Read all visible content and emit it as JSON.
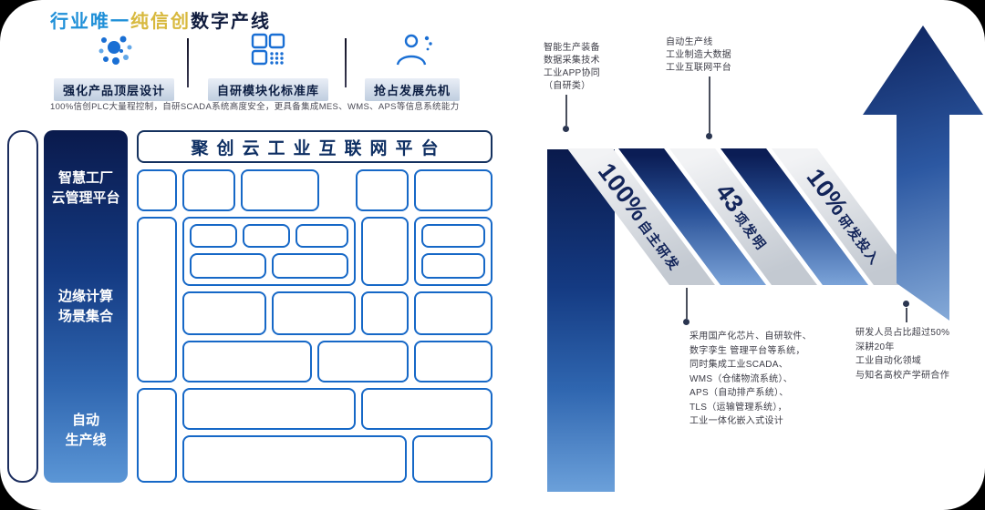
{
  "title": {
    "part1": "行业唯一",
    "part2": "纯信创",
    "part3": "数字产线"
  },
  "features": {
    "items": [
      {
        "icon": "data-dots-icon",
        "label": "强化产品顶层设计"
      },
      {
        "icon": "module-grid-icon",
        "label": "自研模块化标准库"
      },
      {
        "icon": "talent-icon",
        "label": "抢占发展先机"
      }
    ],
    "note": "100%信创PLC大量程控制，自研SCADA系统高度安全，更具备集成MES、WMS、APS等信息系统能力"
  },
  "platform": {
    "banner": "聚创云工业互联网平台",
    "sidebar": [
      {
        "line1": "智慧工厂",
        "line2": "云管理平台"
      },
      {
        "line1": "边缘计算",
        "line2": "场景集合"
      },
      {
        "line1": "自动",
        "line2": "生产线"
      }
    ]
  },
  "stats": {
    "items": [
      {
        "value": "100%",
        "label": "自主研发"
      },
      {
        "value": "43",
        "label": "项发明"
      },
      {
        "value": "10%",
        "label": "研发投入"
      }
    ],
    "callout_top_left": {
      "lines": [
        "智能生产装备",
        "数据采集技术",
        "工业APP协同",
        "（自研类）"
      ]
    },
    "callout_top_mid": {
      "lines": [
        "自动生产线",
        "工业制造大数据",
        "工业互联网平台"
      ]
    },
    "callout_bottom_mid": {
      "lines": [
        "采用国产化芯片、自研软件、",
        "数字孪生 管理平台等系统，",
        "同时集成工业SCADA、",
        "WMS（仓储物流系统）、",
        "APS（自动排产系统）、",
        "TLS（运输管理系统），",
        "工业一体化嵌入式设计"
      ]
    },
    "callout_bottom_right": {
      "lines": [
        "研发人员占比超过50%",
        "深耕20年",
        "工业自动化领域",
        "与知名高校产学研合作"
      ]
    }
  },
  "colors": {
    "accent_blue": "#1a6fd4",
    "navy": "#0e2f63",
    "gold": "#d8b93e",
    "stripe_gray": "#c9ced6"
  }
}
